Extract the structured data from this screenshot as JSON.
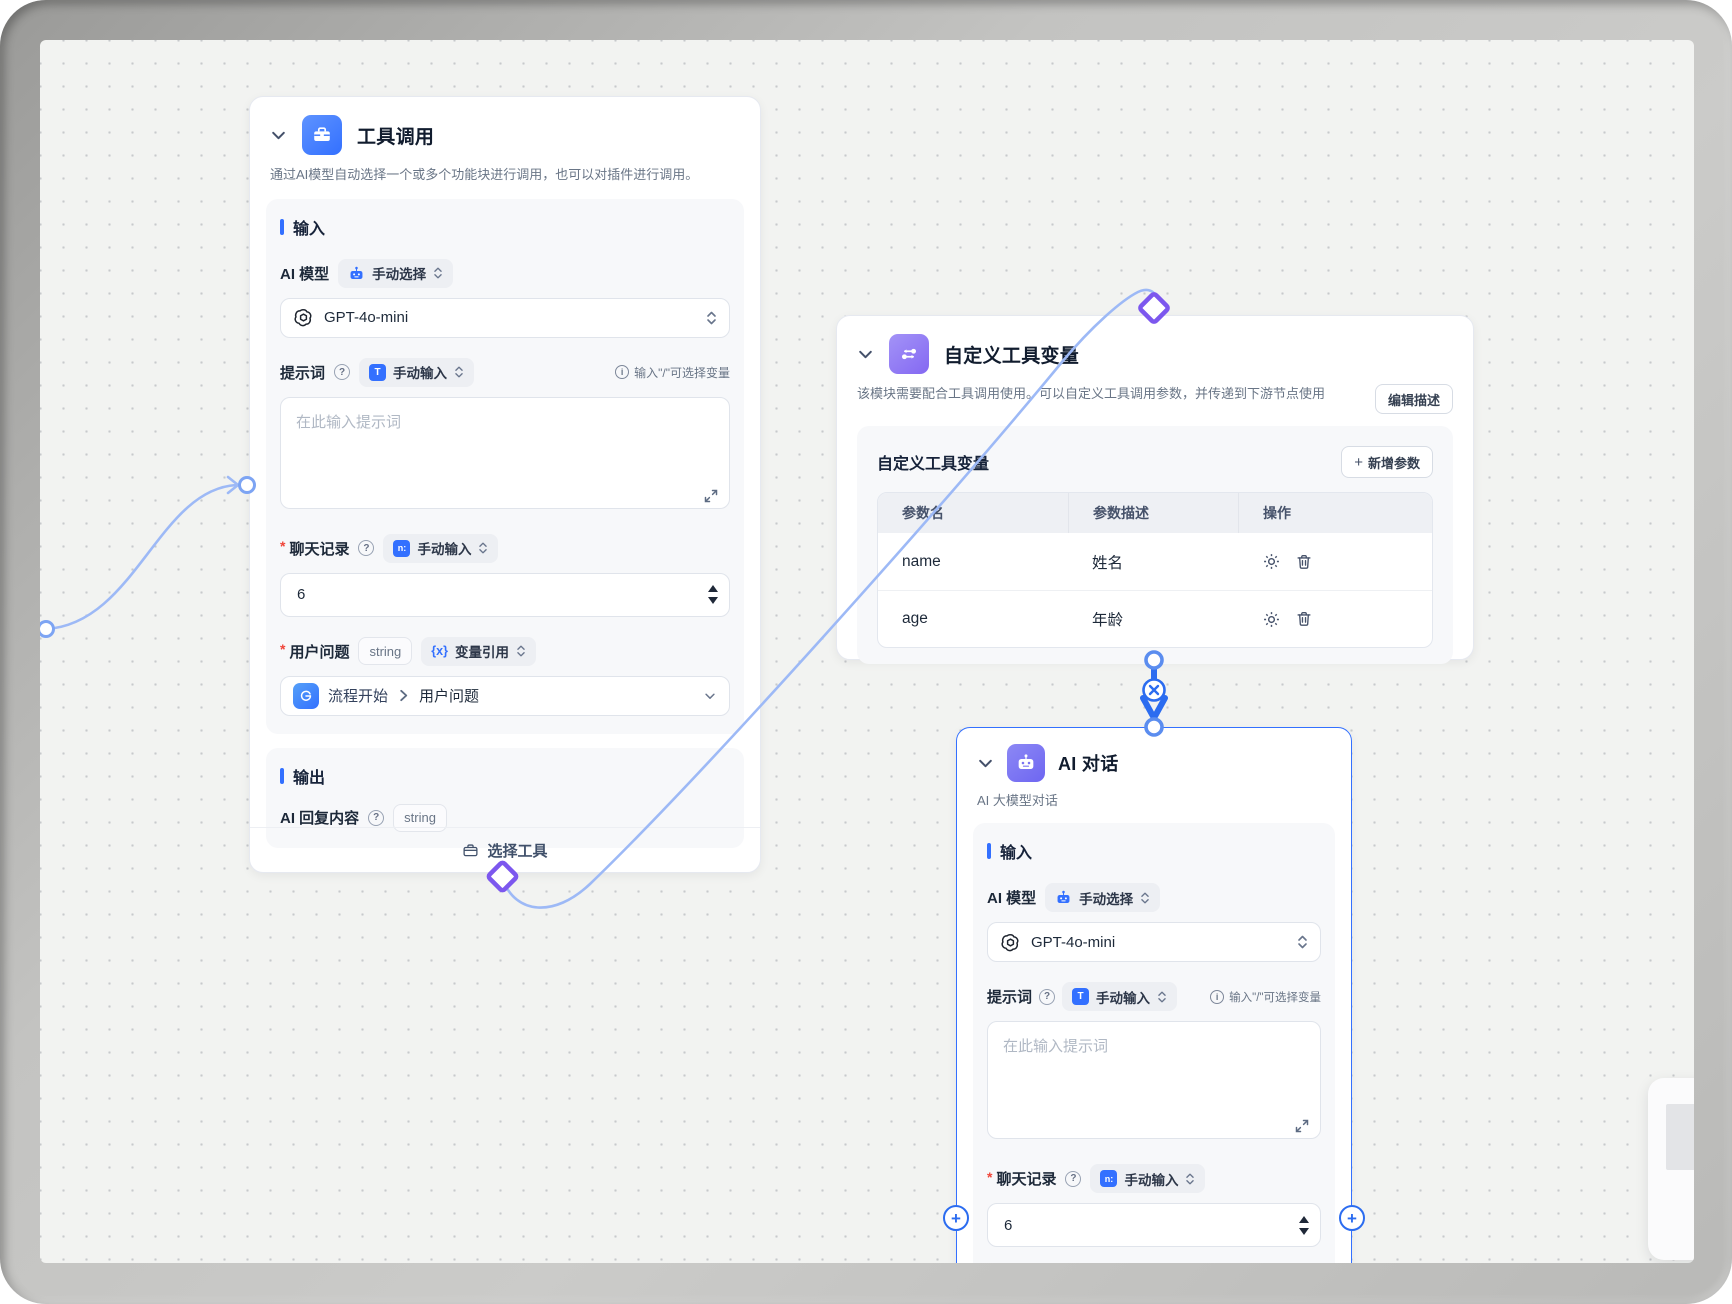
{
  "ui": {
    "required": "*",
    "help": "?",
    "info": "i",
    "plus": "+",
    "var_icon": "{x}",
    "text_icon": "T",
    "num_icon": "n:"
  },
  "colors": {
    "accent": "#3370ff",
    "edge": "#9db9f6",
    "edge_strong": "#2b6cf0",
    "diamond": "#7c57ee",
    "canvas": "#f2f3f1",
    "panel": "#f7f8fa"
  },
  "tool_node": {
    "title": "工具调用",
    "desc": "通过AI模型自动选择一个或多个功能块进行调用，也可以对插件进行调用。",
    "input_title": "输入",
    "model_label": "AI 模型",
    "model_mode": "手动选择",
    "model_value": "GPT-4o-mini",
    "prompt_label": "提示词",
    "prompt_mode": "手动输入",
    "slash_hint": "输入\"/\"可选择变量",
    "prompt_placeholder": "在此输入提示词",
    "history_label": "聊天记录",
    "history_mode": "手动输入",
    "history_value": "6",
    "question_label": "用户问题",
    "question_type": "string",
    "question_mode": "变量引用",
    "ref_source": "流程开始",
    "ref_field": "用户问题",
    "output_title": "输出",
    "output_label": "AI 回复内容",
    "output_type": "string",
    "footer_button": "选择工具"
  },
  "custom_node": {
    "title": "自定义工具变量",
    "desc": "该模块需要配合工具调用使用。可以自定义工具调用参数，并传递到下游节点使用",
    "edit_button": "编辑描述",
    "panel_title": "自定义工具变量",
    "add_button": "新增参数",
    "col_name": "参数名",
    "col_desc": "参数描述",
    "col_action": "操作",
    "rows": [
      {
        "name": "name",
        "desc": "姓名"
      },
      {
        "name": "age",
        "desc": "年龄"
      }
    ]
  },
  "chat_node": {
    "title": "AI 对话",
    "subtitle": "AI 大模型对话",
    "input_title": "输入",
    "model_label": "AI 模型",
    "model_mode": "手动选择",
    "model_value": "GPT-4o-mini",
    "prompt_label": "提示词",
    "prompt_mode": "手动输入",
    "slash_hint": "输入\"/\"可选择变量",
    "prompt_placeholder": "在此输入提示词",
    "history_label": "聊天记录",
    "history_mode": "手动输入",
    "history_value": "6"
  }
}
